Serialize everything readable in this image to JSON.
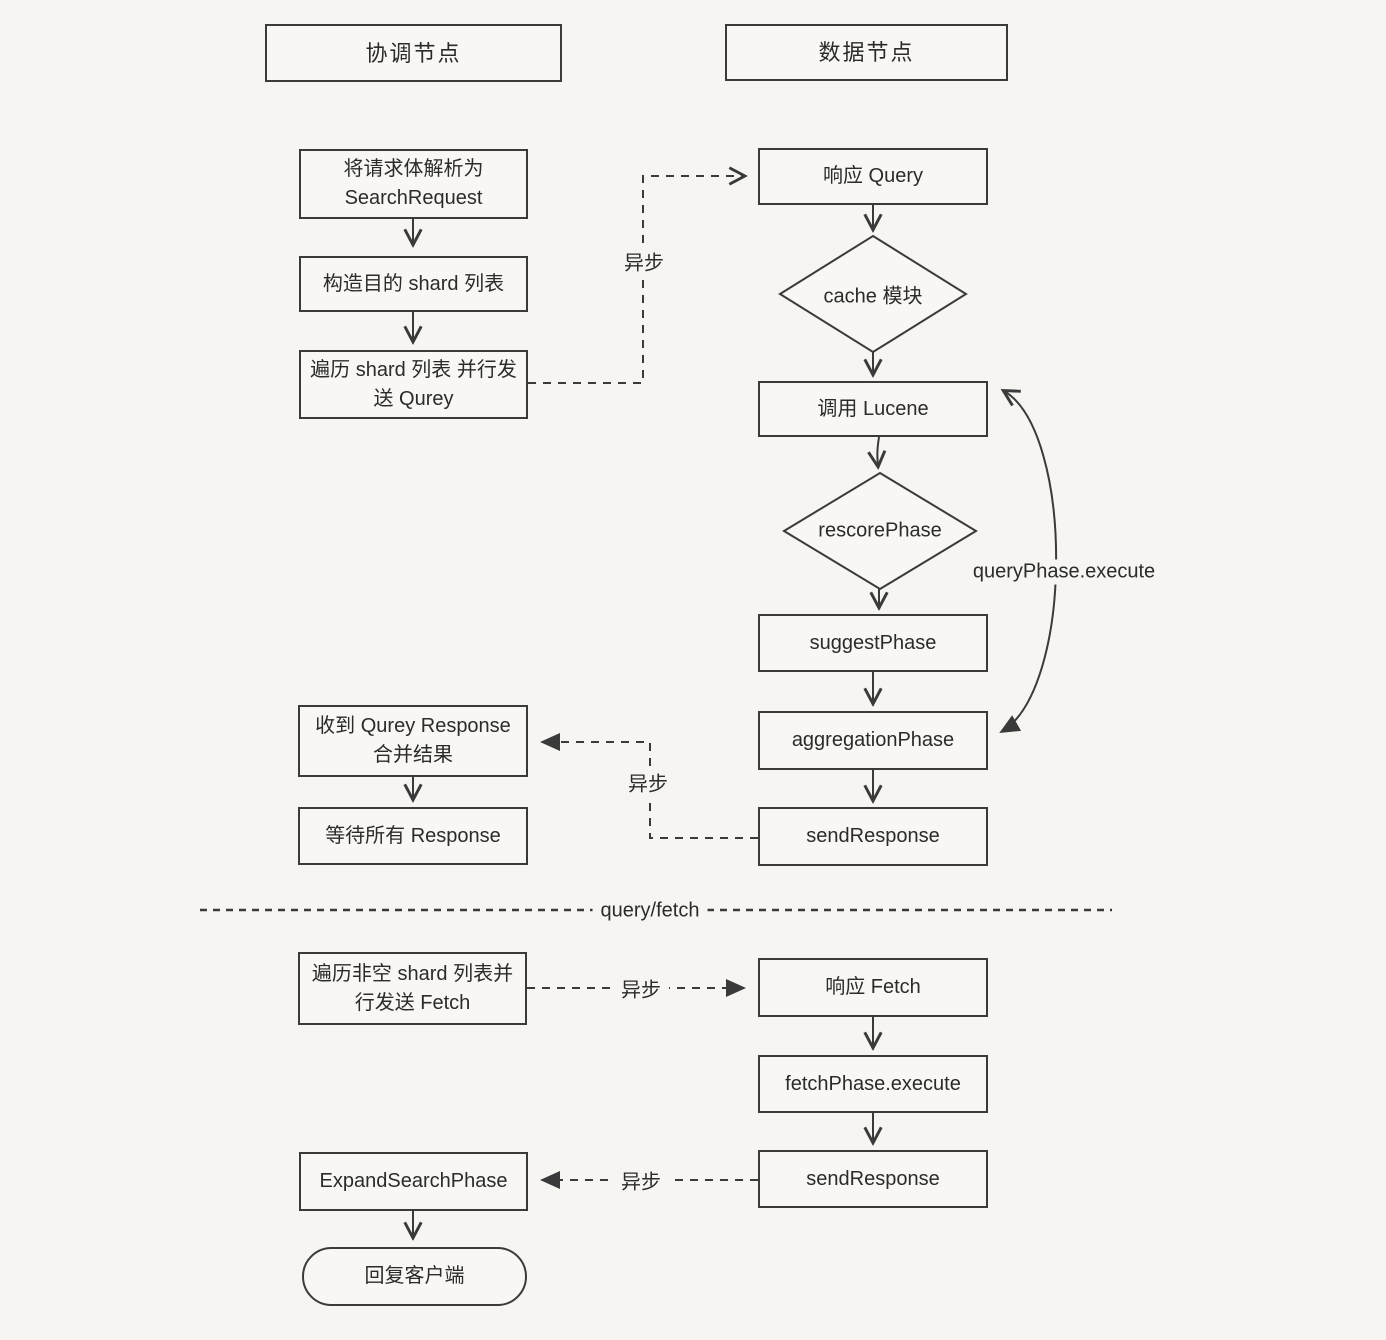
{
  "colors": {
    "background": "#f6f5f2",
    "line": "#3a3a3a",
    "text": "#2b2b2b",
    "node_fill": "#f8f7f4"
  },
  "lanes": {
    "left_header": "协调节点",
    "right_header": "数据节点"
  },
  "nodes": {
    "parse_request": {
      "line1": "将请求体解析为",
      "line2": "SearchRequest"
    },
    "build_shard_list": {
      "label": "构造目的 shard 列表"
    },
    "send_query": {
      "line1": "遍历 shard 列表 并行发",
      "line2": "送 Qurey"
    },
    "recv_query_response": {
      "line1": "收到 Qurey Response",
      "line2": "合并结果"
    },
    "wait_all_response": {
      "label": "等待所有 Response"
    },
    "respond_query": {
      "label": "响应 Query"
    },
    "cache_module": {
      "label": "cache 模块"
    },
    "call_lucene": {
      "label": "调用 Lucene"
    },
    "rescore_phase": {
      "label": "rescorePhase"
    },
    "suggest_phase": {
      "label": "suggestPhase"
    },
    "aggregation_phase": {
      "label": "aggregationPhase"
    },
    "send_response_query": {
      "label": "sendResponse"
    },
    "send_fetch": {
      "line1": "遍历非空 shard 列表并",
      "line2": "行发送 Fetch"
    },
    "respond_fetch": {
      "label": "响应 Fetch"
    },
    "fetch_phase_execute": {
      "label": "fetchPhase.execute"
    },
    "send_response_fetch": {
      "label": "sendResponse"
    },
    "expand_search_phase": {
      "label": "ExpandSearchPhase"
    },
    "reply_client": {
      "label": "回复客户端"
    }
  },
  "edge_labels": {
    "async_query_send": "异步",
    "async_query_recv": "异步",
    "async_fetch_send": "异步",
    "async_fetch_recv": "异步",
    "query_phase_execute": "queryPhase.execute",
    "phase_divider": "query/fetch"
  }
}
